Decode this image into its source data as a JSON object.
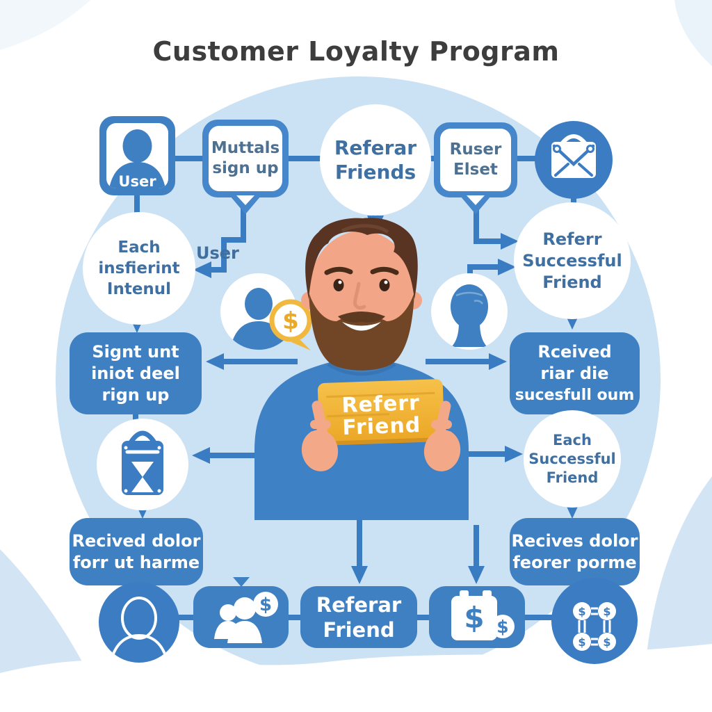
{
  "title": "Customer Loyalty Program",
  "colors": {
    "primary_blue": "#3f80c3",
    "dark_blue": "#3b7cc2",
    "light_blue_circle": "#cbe1f4",
    "node_text_blue": "#3f70a1",
    "bubble_text_blue": "#4e7191",
    "title_text": "#3d3d3d",
    "card_yellow": "#f0b232",
    "skin": "#f2a687",
    "hair_brown": "#5a3423",
    "white": "#ffffff"
  },
  "nodes": {
    "user_box": {
      "label": "User"
    },
    "mutuals_bubble": {
      "line1": "Muttals",
      "line2": "sign up"
    },
    "refer_friends_circle": {
      "line1": "Referar",
      "line2": "Friends"
    },
    "ruser_bubble": {
      "line1": "Ruser",
      "line2": "Elset"
    },
    "each_insfierint_circle": {
      "line1": "Each",
      "line2": "insfierint",
      "line3": "Intenul"
    },
    "user_arrow_label": "User",
    "referr_successful_circle": {
      "line1": "Referr",
      "line2": "Successful",
      "line3": "Friend"
    },
    "sign_up_box": {
      "line1": "Signt unt",
      "line2": "iniot deel",
      "line3": "rign up"
    },
    "received_reward_box": {
      "line1": "Rceived",
      "line2": "riar die",
      "line3": "sucesfull oum"
    },
    "card": {
      "line1": "Referr",
      "line2": "Friend"
    },
    "each_successful_circle": {
      "line1": "Each",
      "line2": "Successful",
      "line3": "Friend"
    },
    "received_dollar_left_box": {
      "line1": "Recived dolor",
      "line2": "forr ut harme"
    },
    "received_dollar_right_box": {
      "line1": "Recives dolor",
      "line2": "feorer porme"
    },
    "refer_friend_box": {
      "line1": "Referar",
      "line2": "Friend"
    },
    "dollar_sign": "$"
  },
  "icons": [
    "user-silhouette-icon",
    "envelope-icon",
    "dollar-bubble-icon",
    "head-back-icon",
    "shopping-bag-icon",
    "person-outline-icon",
    "people-dollar-icon",
    "wallet-dollar-icon",
    "coins-network-icon"
  ]
}
